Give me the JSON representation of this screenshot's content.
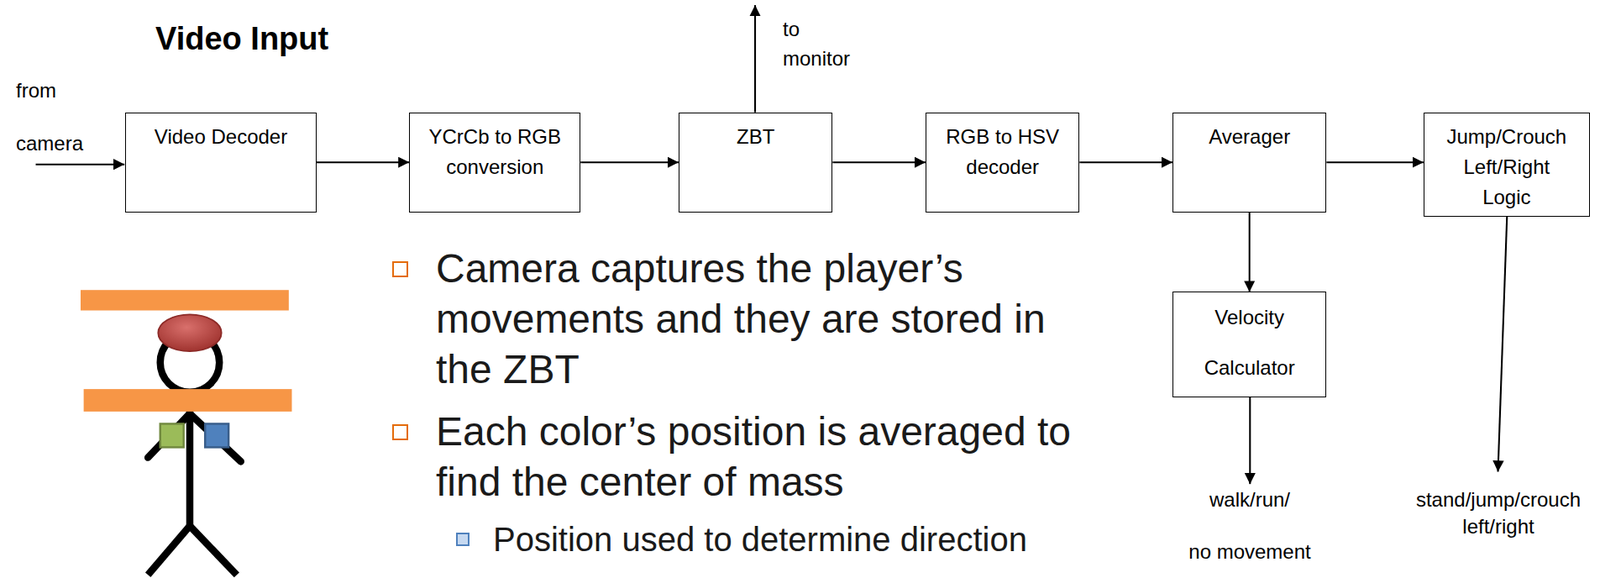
{
  "diagram": {
    "title": "Video Input",
    "nodes": [
      {
        "text": [
          "Video Decoder"
        ]
      },
      {
        "text": [
          "YCrCb to RGB conversion"
        ]
      },
      {
        "text": [
          "ZBT"
        ]
      },
      {
        "text": [
          "RGB to HSV decoder"
        ]
      },
      {
        "text": [
          "Averager"
        ]
      },
      {
        "text": [
          "Jump/Crouch Left/Right Logic"
        ]
      },
      {
        "text": [
          "Velocity Calculator"
        ]
      }
    ],
    "edges": [
      {
        "from": 0,
        "to": 1,
        "arrow": "to"
      },
      {
        "from": 1,
        "to": 2,
        "arrow": "to"
      },
      {
        "from": 2,
        "to": 3,
        "arrow": "to"
      },
      {
        "from": 3,
        "to": 4,
        "arrow": "to"
      },
      {
        "from": 4,
        "to": 5,
        "arrow": "to"
      },
      {
        "from": 4,
        "to": 6,
        "arrow": "to"
      }
    ],
    "labels": [
      "from camera",
      "to monitor",
      "walk/run/",
      "no movement",
      "stand/jump/crouch left/right",
      "Camera captures the player’s movements and they are stored in the ZBT",
      "Each color’s position is averaged to find the center of mass",
      "Position used to determine direction"
    ]
  }
}
